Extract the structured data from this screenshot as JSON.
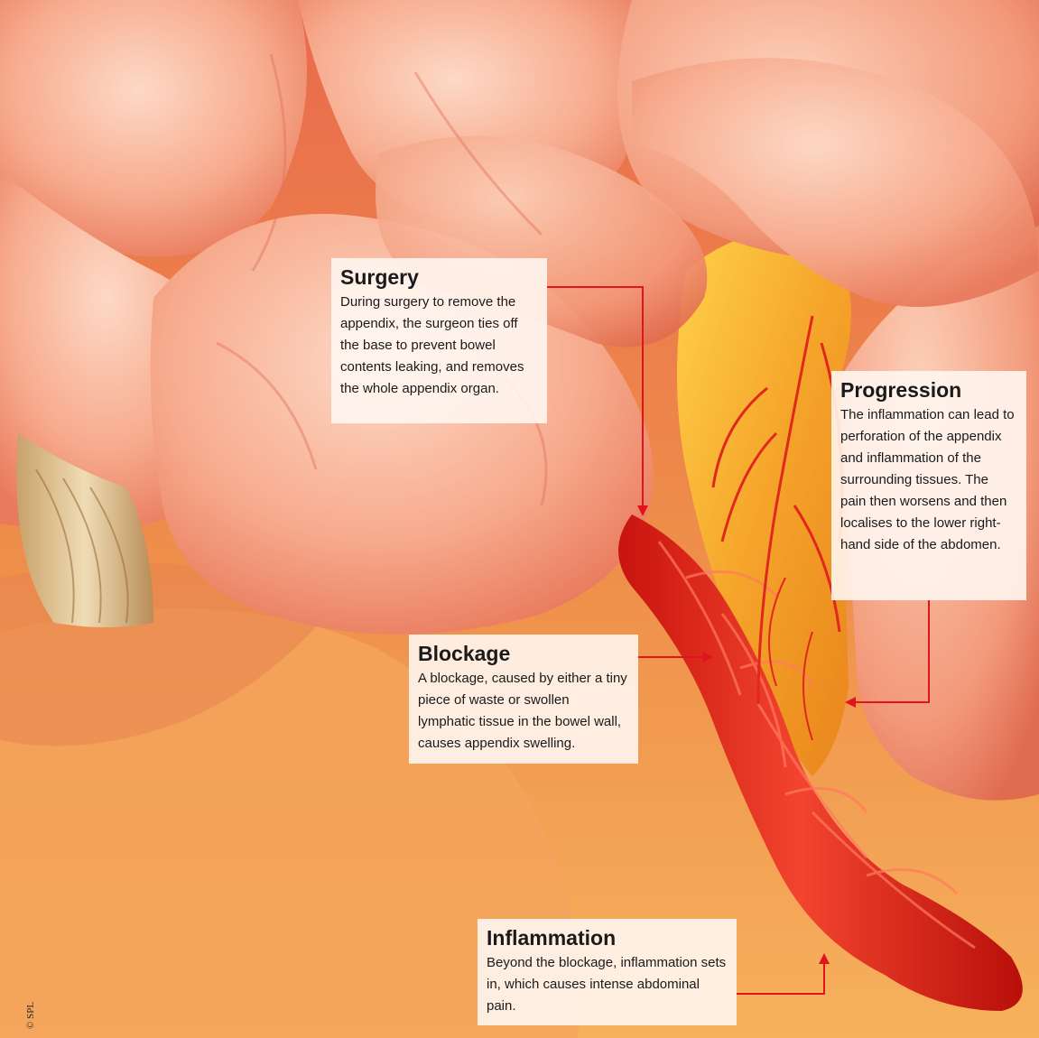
{
  "callouts": {
    "surgery": {
      "title": "Surgery",
      "body": "During surgery to remove the appendix, the surgeon ties off the base to prevent bowel contents leaking, and removes the whole appendix organ."
    },
    "progression": {
      "title": "Progression",
      "body": "The inflammation can lead to perforation of the appendix and inflammation of the surrounding tissues. The pain then worsens and then localises to the lower right-hand side of the abdomen."
    },
    "blockage": {
      "title": "Blockage",
      "body": "A blockage, caused by either a tiny piece of waste or swollen lymphatic tissue in the bowel wall, causes appendix swelling."
    },
    "inflammation": {
      "title": "Inflammation",
      "body": "Beyond the blockage, inflammation sets in, which causes intense abdominal pain."
    }
  },
  "credit": "© SPL",
  "colors": {
    "pointer": "#e0141c",
    "tissue_light": "#fbc4ac",
    "tissue_mid": "#f2876a",
    "fat": "#f7b23a",
    "appendix": "#e8281c"
  }
}
